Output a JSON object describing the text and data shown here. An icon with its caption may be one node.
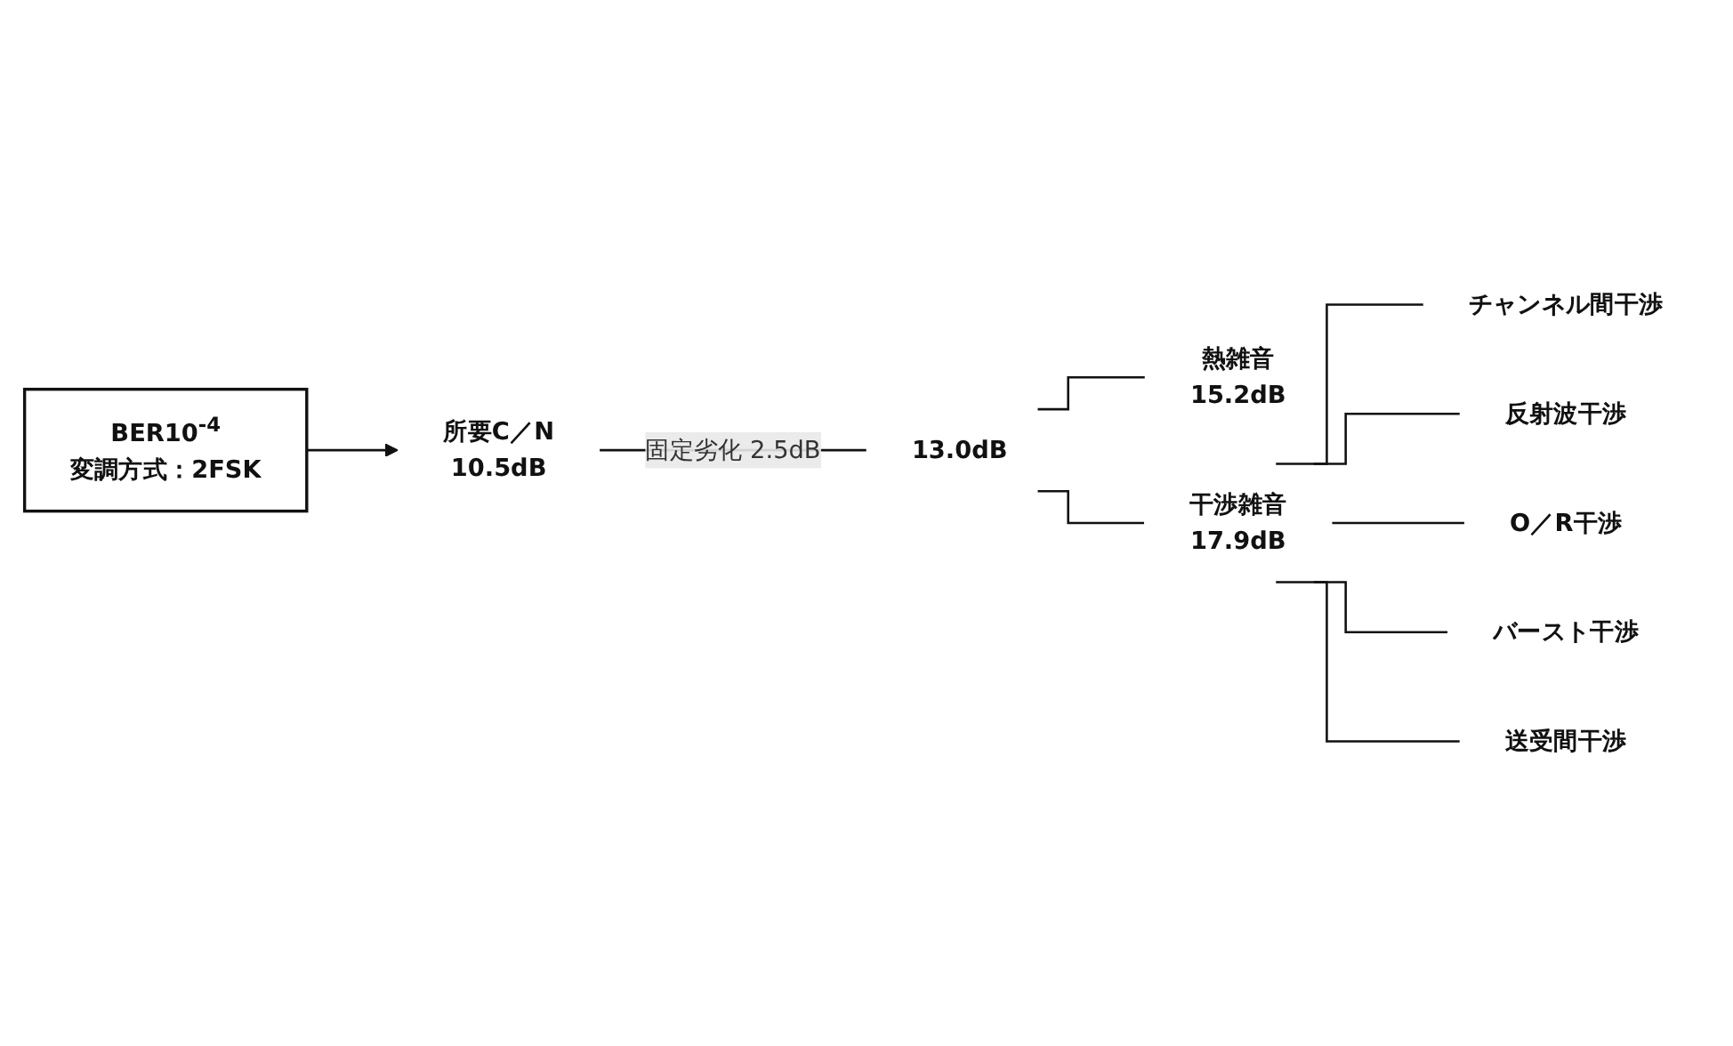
{
  "diagram": {
    "nodes": [
      {
        "text": [
          "BER10$^{-4}$",
          "変調方式：2FSK"
        ]
      },
      {
        "text": [
          "所要C／N",
          "10.5dB"
        ]
      },
      {
        "text": [
          "13.0dB"
        ]
      },
      {
        "text": [
          "熱雑音",
          "15.2dB"
        ]
      },
      {
        "text": [
          "干渉雑音",
          "17.9dB"
        ]
      },
      {
        "text": [
          "チャンネル間干渉"
        ]
      },
      {
        "text": [
          "反射波干渉"
        ]
      },
      {
        "text": [
          "O／R干渉"
        ]
      },
      {
        "text": [
          "バースト干渉"
        ]
      },
      {
        "text": [
          "送受間干渉"
        ]
      }
    ],
    "edges": [
      {
        "from": 0,
        "to": 1,
        "arrow": "to"
      },
      {
        "from": 1,
        "to": 2,
        "arrow": "none",
        "label": "固定劣化 2.5dB"
      },
      {
        "from": 2,
        "to": 3,
        "arrow": "none"
      },
      {
        "from": 2,
        "to": 4,
        "arrow": "none"
      },
      {
        "from": 4,
        "to": 5,
        "arrow": "none"
      },
      {
        "from": 4,
        "to": 6,
        "arrow": "none"
      },
      {
        "from": 4,
        "to": 7,
        "arrow": "none"
      },
      {
        "from": 4,
        "to": 8,
        "arrow": "none"
      },
      {
        "from": 4,
        "to": 9,
        "arrow": "none"
      }
    ]
  }
}
